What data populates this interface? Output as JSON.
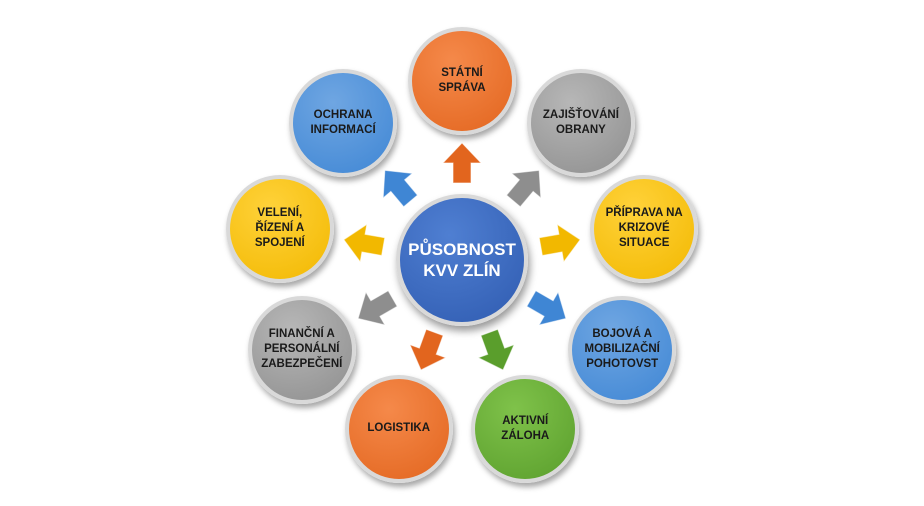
{
  "center": {
    "label": "PŮSOBNOST\nKVV ZLÍN",
    "color_top": "#4f7fd2",
    "color_bottom": "#2f5bb0",
    "text_color": "#ffffff"
  },
  "nodes": [
    {
      "id": "statni-sprava",
      "label": "STÁTNÍ\nSPRÁVA",
      "color_top": "#f5894a",
      "color_bottom": "#e2651e",
      "text_color": "#1a1a1a"
    },
    {
      "id": "zajistovani-obrany",
      "label": "ZAJIŠŤOVÁNÍ\nOBRANY",
      "color_top": "#b7b7b7",
      "color_bottom": "#8e8e8e",
      "text_color": "#1a1a1a"
    },
    {
      "id": "priprava-na-krizove-situace",
      "label": "PŘÍPRAVA NA\nKRIZOVÉ\nSITUACE",
      "color_top": "#ffd23a",
      "color_bottom": "#f2b800",
      "text_color": "#1a1a1a"
    },
    {
      "id": "bojova-a-mobilizacni-pohotovst",
      "label": "BOJOVÁ A\nMOBILIZAČNÍ\nPOHOTOVST",
      "color_top": "#6fa6e2",
      "color_bottom": "#3f86d4",
      "text_color": "#1a1a1a"
    },
    {
      "id": "aktivni-zaloha",
      "label": "AKTIVNÍ\nZÁLOHA",
      "color_top": "#7fc24a",
      "color_bottom": "#5a9e2c",
      "text_color": "#1a1a1a"
    },
    {
      "id": "logistika",
      "label": "LOGISTIKA",
      "color_top": "#f5894a",
      "color_bottom": "#e2651e",
      "text_color": "#1a1a1a"
    },
    {
      "id": "financni-a-personalni-zabezpeceni",
      "label": "FINANČNÍ A\nPERSONÁLNÍ\nZABEZPEČENÍ",
      "color_top": "#b7b7b7",
      "color_bottom": "#8e8e8e",
      "text_color": "#1a1a1a"
    },
    {
      "id": "veleni-rizeni-a-spojeni",
      "label": "VELENÍ,\nŘÍZENÍ A\nSPOJENÍ",
      "color_top": "#ffd23a",
      "color_bottom": "#f2b800",
      "text_color": "#1a1a1a"
    },
    {
      "id": "ochrana-informaci",
      "label": "OCHRANA\nINFORMACÍ",
      "color_top": "#6fa6e2",
      "color_bottom": "#3f86d4",
      "text_color": "#1a1a1a"
    }
  ]
}
